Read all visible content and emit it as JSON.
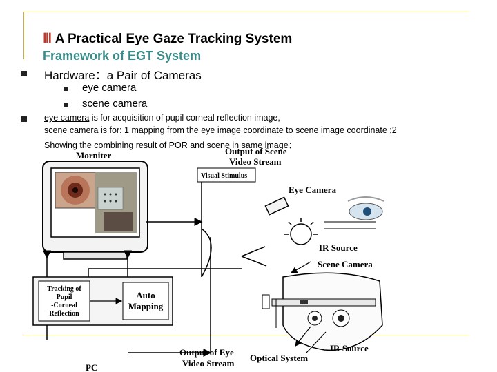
{
  "slide": {
    "title_number": "Ⅲ",
    "title_text": "A Practical Eye Gaze Tracking System",
    "subtitle": "Framework of EGT System"
  },
  "bullets": {
    "hardware": "Hardware：a Pair of Cameras",
    "sub_items": [
      "eye camera",
      "scene camera"
    ],
    "desc_line1_u": "eye camera",
    "desc_line1_rest": " is for acquisition of pupil corneal reflection image,",
    "desc_line2_u": "scene camera",
    "desc_line2_rest": " is for: 1 mapping from the eye image coordinate to scene image coordinate ;2",
    "desc_line3": "Showing the combining result of POR and scene in same image："
  },
  "diagram": {
    "moniter": "Morniter",
    "output_scene_1": "Output of  Scene",
    "output_scene_2": "Video Stream",
    "visual_stimulus": "Visual Stimulus",
    "eye_camera": "Eye Camera",
    "ir_source_top": "IR Source",
    "scene_camera": "Scene  Camera",
    "tracking_1": "Tracking of",
    "tracking_2": "Pupil",
    "tracking_3": "-Corneal",
    "tracking_4": "Reflection",
    "auto_1": "Auto",
    "auto_2": "Mapping",
    "output_eye_1": "Output of  Eye",
    "output_eye_2": "Video Stream",
    "optical_system": "Optical System",
    "ir_source_bottom": "IR Source",
    "pc": "PC"
  },
  "colors": {
    "frame": "#c9b23a",
    "title_number": "#c0392b",
    "subtitle": "#3a8a8a"
  }
}
